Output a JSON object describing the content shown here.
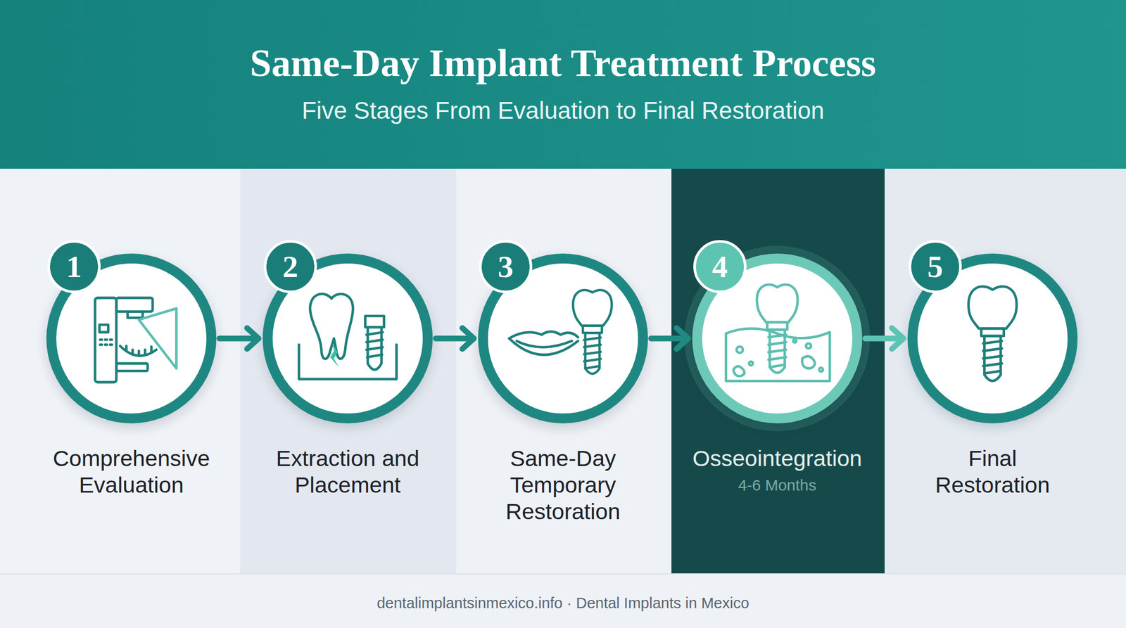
{
  "diagram": {
    "title": "Same-Day Implant Treatment Process",
    "nodes": [
      {
        "text": [
          "Comprehensive Evaluation"
        ]
      },
      {
        "text": [
          "1"
        ],
        "in": 0
      },
      {
        "text": [
          "Extraction and Placement"
        ]
      },
      {
        "text": [
          "2"
        ],
        "in": 2
      },
      {
        "text": [
          "Same-Day Temporary Restoration"
        ]
      },
      {
        "text": [
          "3"
        ],
        "in": 4
      },
      {
        "text": [
          "Osseointegration",
          "4-6 Months"
        ]
      },
      {
        "text": [
          "4"
        ],
        "in": 6
      },
      {
        "text": [
          "Final Restoration"
        ]
      },
      {
        "text": [
          "5"
        ],
        "in": 8
      }
    ],
    "edges": [
      {
        "from": 0,
        "to": 2,
        "arrow": "to"
      },
      {
        "from": 2,
        "to": 4,
        "arrow": "to"
      },
      {
        "from": 4,
        "to": 6,
        "arrow": "to"
      },
      {
        "from": 6,
        "to": 8,
        "arrow": "to"
      }
    ],
    "labels": [
      "Five Stages From Evaluation to Final Restoration",
      "dentalimplantsinmexico.info · Dental Implants in Mexico"
    ]
  }
}
